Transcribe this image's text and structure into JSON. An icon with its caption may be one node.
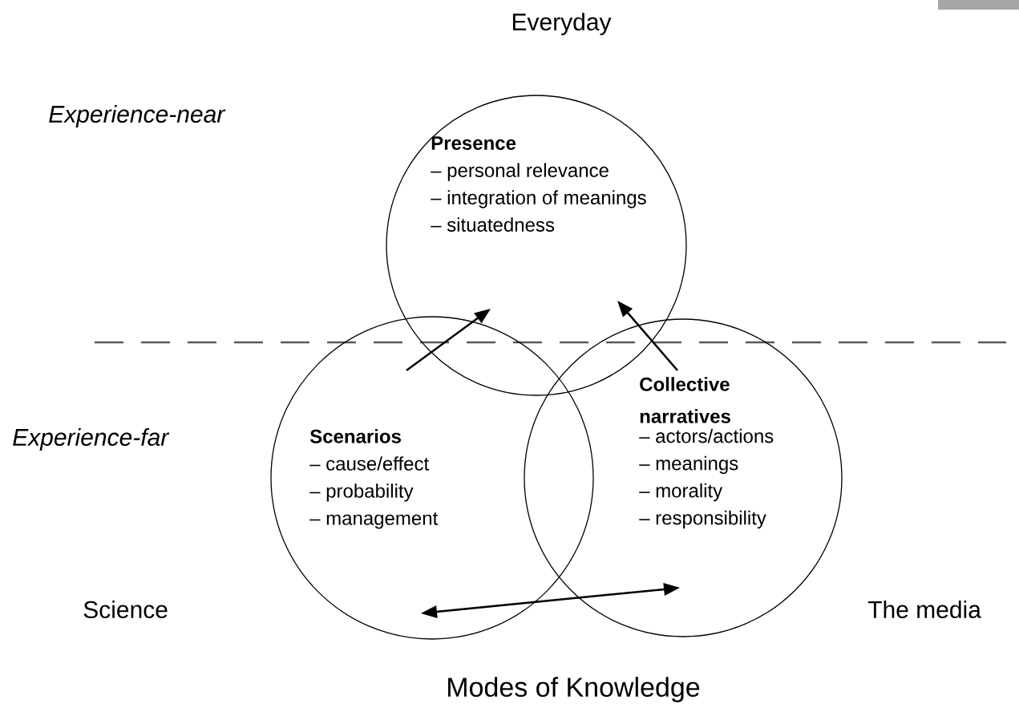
{
  "diagram": {
    "caption": "Modes of Knowledge",
    "nodes": [
      {
        "text": [
          "Presence",
          "– personal relevance",
          "– integration of meanings",
          "– situatedness"
        ]
      },
      {
        "text": [
          "Scenarios",
          "– cause/effect",
          "– probability",
          "– management"
        ]
      },
      {
        "text": [
          "Collective narratives",
          "– actors/actions",
          "– meanings",
          "– morality",
          "– responsibility"
        ]
      }
    ],
    "edges": [
      {
        "from": 1,
        "to": 0,
        "arrow": "to"
      },
      {
        "from": 2,
        "to": 0,
        "arrow": "to"
      },
      {
        "from": 1,
        "to": 2,
        "arrow": "both"
      }
    ],
    "labels": [
      "Everyday",
      "Experience-near",
      "Experience-far",
      "Science",
      "The media"
    ]
  }
}
